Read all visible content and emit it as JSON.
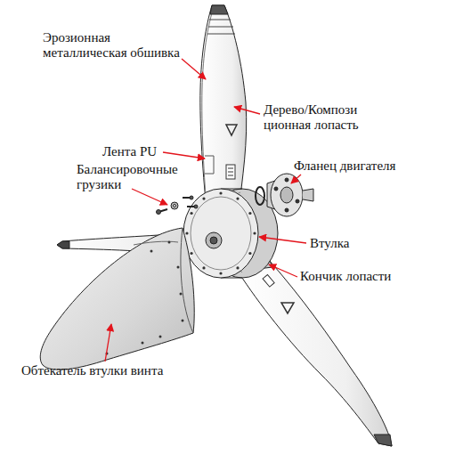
{
  "diagram": {
    "labels": [
      "Эрозионная металлическая обшивка",
      "Дерево/Компози ционная лопасть",
      "Лента PU",
      "Балансировочные грузики",
      "Фланец двигателя",
      "Втулка",
      "Кончик лопасти",
      "Обтекатель втулки винта"
    ]
  }
}
